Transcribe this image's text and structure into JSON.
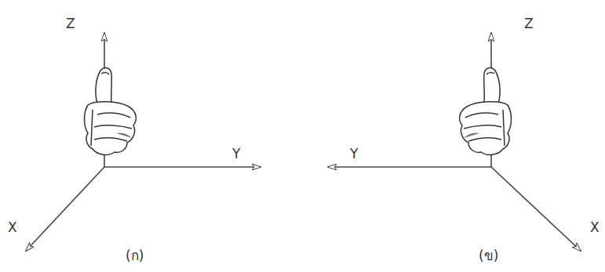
{
  "diagram": {
    "labels": [
      "Z",
      "Y",
      "X",
      "(ก)",
      "Z",
      "Y",
      "X",
      "(ข)"
    ]
  }
}
